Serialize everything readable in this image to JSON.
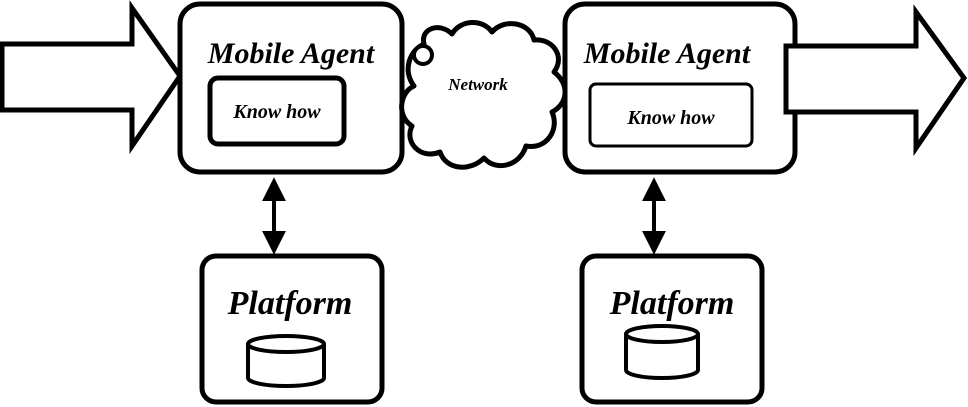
{
  "diagram": {
    "left_agent": {
      "title": "Mobile Agent",
      "inner_label": "Know how"
    },
    "right_agent": {
      "title": "Mobile Agent",
      "inner_label": "Know how"
    },
    "network": {
      "label": "Network"
    },
    "left_platform": {
      "title": "Platform",
      "icon": "database-icon"
    },
    "right_platform": {
      "title": "Platform",
      "icon": "database-icon"
    },
    "colors": {
      "stroke": "#000000",
      "fill": "#ffffff"
    }
  }
}
